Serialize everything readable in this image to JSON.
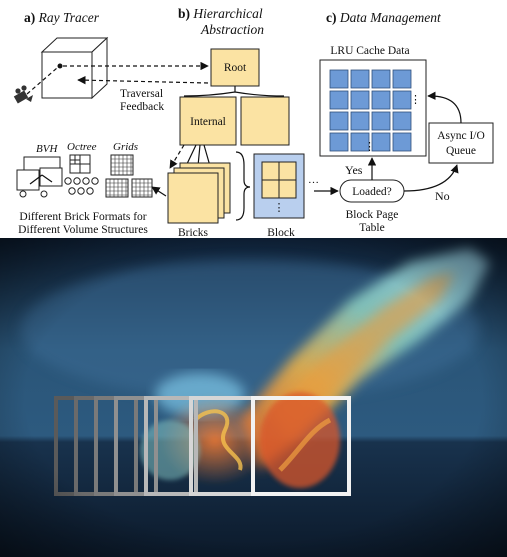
{
  "panels": {
    "a": {
      "letter": "a)",
      "title": "Ray Tracer"
    },
    "b": {
      "letter": "b)",
      "title_line1": "Hierarchical",
      "title_line2": "Abstraction"
    },
    "c": {
      "letter": "c)",
      "title": "Data Management"
    }
  },
  "labels": {
    "traversal_line1": "Traversal",
    "traversal_line2": "Feedback",
    "root": "Root",
    "internal": "Internal",
    "bvh": "BVH",
    "octree": "Octree",
    "grids": "Grids",
    "formats_line1": "Different Brick Formats for",
    "formats_line2": "Different Volume Structures",
    "bricks": "Bricks",
    "block": "Block",
    "lru": "LRU Cache Data",
    "yes": "Yes",
    "loaded": "Loaded?",
    "no": "No",
    "async_line1": "Async I/O",
    "async_line2": "Queue",
    "block_page_line1": "Block Page",
    "block_page_line2": "Table"
  },
  "colors": {
    "node_fill": "#fbe3a3",
    "block_fill": "#b9cfee",
    "cache_cell": "#6d9ad6",
    "render_bg": "#1d3b5c",
    "plume_hot": "#e06a2a",
    "plume_cool": "#59b4e6"
  }
}
